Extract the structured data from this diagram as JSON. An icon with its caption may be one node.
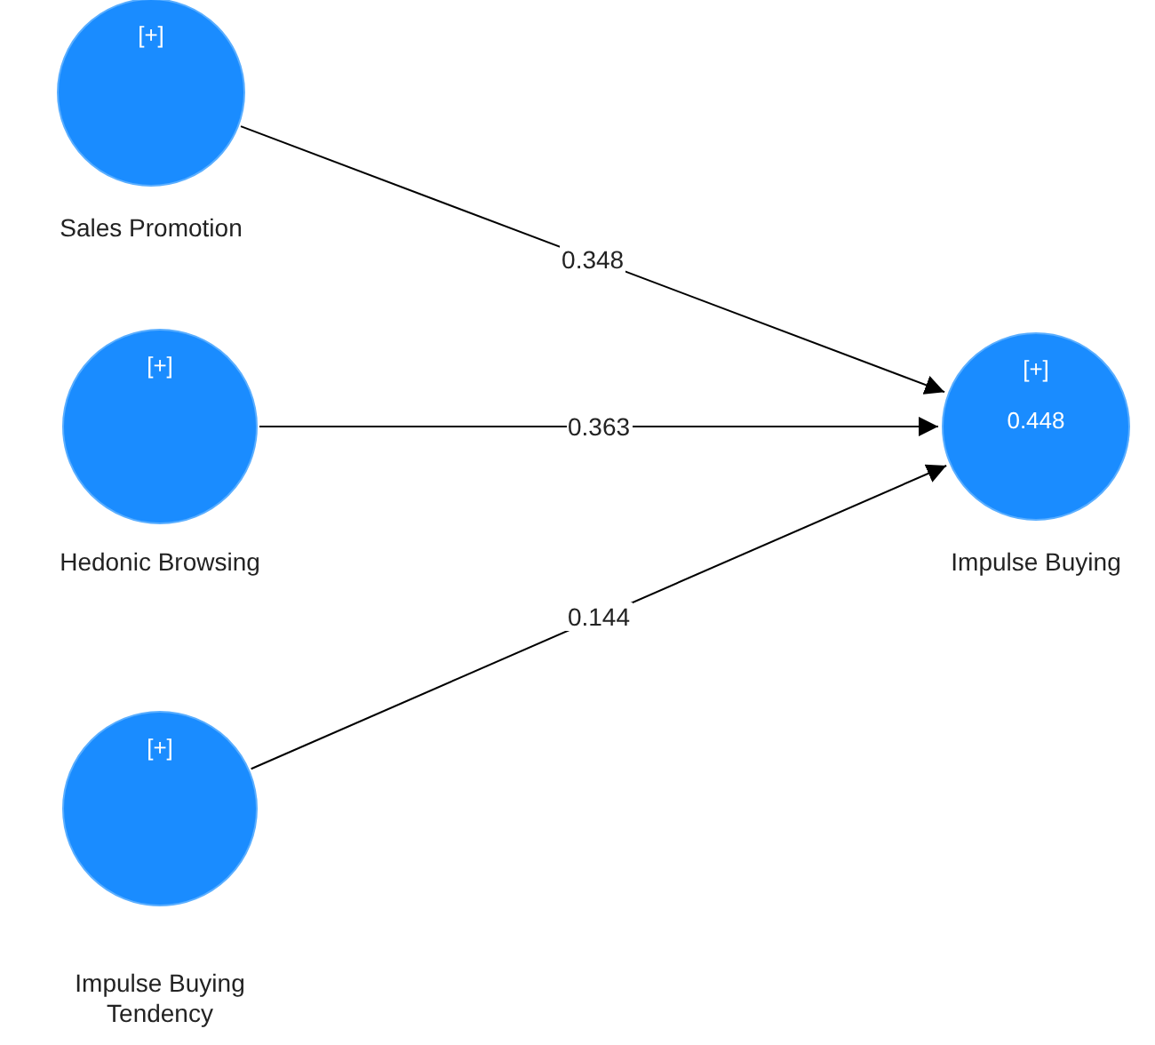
{
  "diagram": {
    "nodes": [
      {
        "text": [
          "[+]",
          "Sales Promotion"
        ]
      },
      {
        "text": [
          "[+]",
          "Hedonic Browsing"
        ]
      },
      {
        "text": [
          "[+]",
          "Impulse Buying Tendency"
        ]
      },
      {
        "text": [
          "[+]",
          "0.448",
          "Impulse Buying"
        ]
      }
    ],
    "edges": [
      {
        "from": 0,
        "to": 3,
        "arrow": "to",
        "label": "0.348"
      },
      {
        "from": 1,
        "to": 3,
        "arrow": "to",
        "label": "0.363"
      },
      {
        "from": 2,
        "to": 3,
        "arrow": "to",
        "label": "0.144"
      }
    ]
  }
}
